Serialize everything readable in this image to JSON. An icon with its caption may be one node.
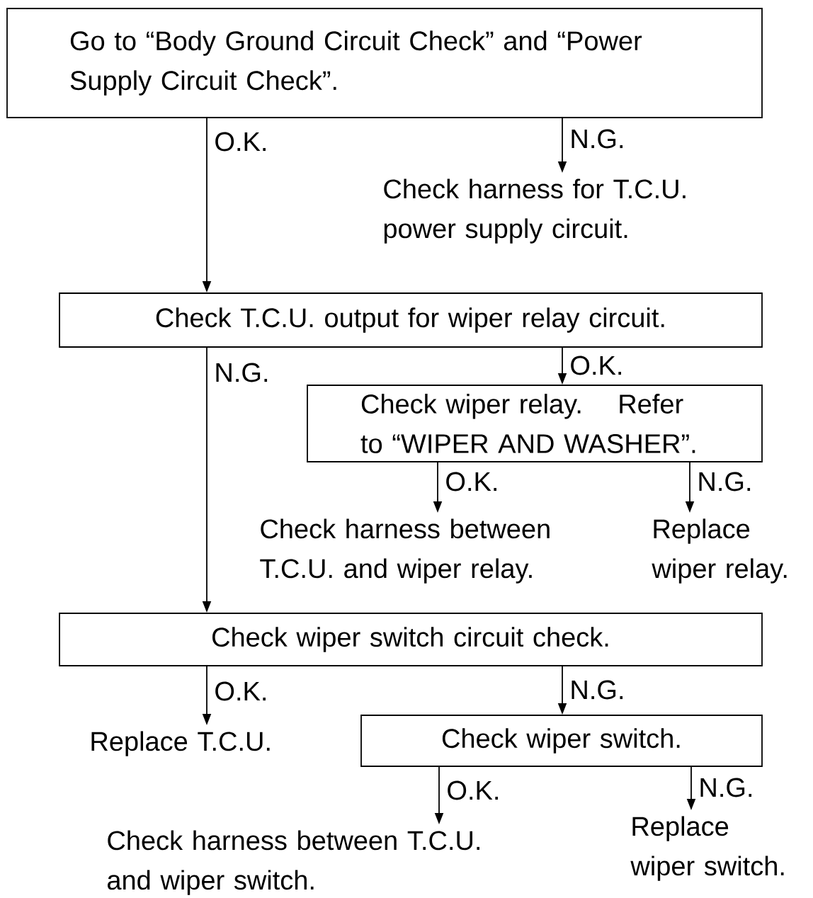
{
  "diagram": {
    "nodes": [
      {
        "text": [
          "Go to “Body Ground Circuit Check” and “Power Supply Circuit Check”."
        ]
      },
      {
        "text": [
          "Check harness for T.C.U. power supply circuit."
        ]
      },
      {
        "text": [
          "Check T.C.U. output for wiper relay circuit."
        ]
      },
      {
        "text": [
          "Check wiper relay. Refer to “WIPER AND WASHER”."
        ]
      },
      {
        "text": [
          "Check harness between T.C.U. and wiper relay."
        ]
      },
      {
        "text": [
          "Replace wiper relay."
        ]
      },
      {
        "text": [
          "Check wiper switch circuit check."
        ]
      },
      {
        "text": [
          "Replace T.C.U."
        ]
      },
      {
        "text": [
          "Check wiper switch."
        ]
      },
      {
        "text": [
          "Check harness between T.C.U. and wiper switch."
        ]
      },
      {
        "text": [
          "Replace wiper switch."
        ]
      }
    ],
    "edges": [
      {
        "from": 0,
        "to": 2,
        "arrow": "to",
        "label": "O.K."
      },
      {
        "from": 0,
        "to": 1,
        "arrow": "to",
        "label": "N.G."
      },
      {
        "from": 2,
        "to": 6,
        "arrow": "to",
        "label": "N.G."
      },
      {
        "from": 2,
        "to": 3,
        "arrow": "to",
        "label": "O.K."
      },
      {
        "from": 3,
        "to": 4,
        "arrow": "to",
        "label": "O.K."
      },
      {
        "from": 3,
        "to": 5,
        "arrow": "to",
        "label": "N.G."
      },
      {
        "from": 6,
        "to": 7,
        "arrow": "to",
        "label": "O.K."
      },
      {
        "from": 6,
        "to": 8,
        "arrow": "to",
        "label": "N.G."
      },
      {
        "from": 8,
        "to": 9,
        "arrow": "to",
        "label": "O.K."
      },
      {
        "from": 8,
        "to": 10,
        "arrow": "to",
        "label": "N.G."
      }
    ]
  }
}
